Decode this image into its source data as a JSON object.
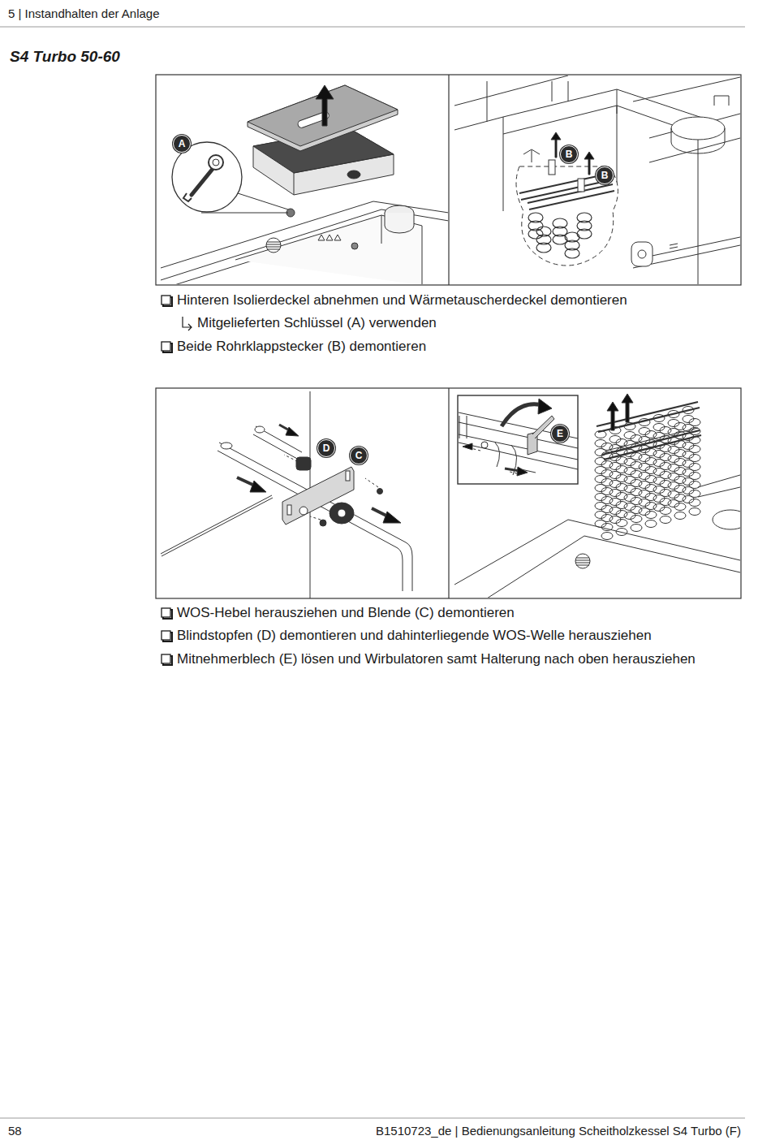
{
  "diagram": {
    "title": "S4 Turbo 50-60",
    "nodes": [
      {
        "text": [
          "A"
        ]
      },
      {
        "text": [
          "B"
        ]
      },
      {
        "text": [
          "B"
        ]
      },
      {
        "text": [
          "D"
        ]
      },
      {
        "text": [
          "C"
        ]
      },
      {
        "text": [
          "E"
        ]
      }
    ],
    "labels": [
      "5 | Instandhalten der Anlage",
      "Hinteren Isolierdeckel abnehmen und Wärmetauscherdeckel demontieren",
      "Mitgelieferten Schlüssel (A) verwenden",
      "Beide Rohrklappstecker (B) demontieren",
      "WOS-Hebel herausziehen und Blende (C) demontieren",
      "Blindstopfen (D) demontieren und dahinterliegende WOS-Welle herausziehen",
      "Mitnehmerblech (E) lösen und Wirbulatoren samt Halterung nach oben herausziehen",
      "58",
      "B1510723_de | Bedienungsanleitung Scheitholzkessel S4 Turbo (F)"
    ]
  }
}
